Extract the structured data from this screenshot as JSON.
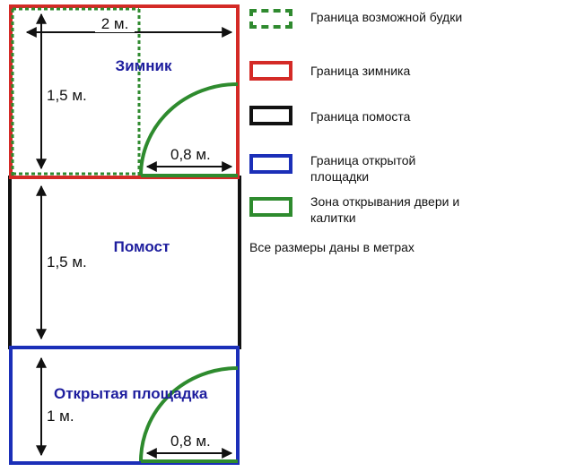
{
  "colors": {
    "winter": "#d42a26",
    "deck": "#111111",
    "open_area": "#1b2fb8",
    "door_zone": "#2e8b2e",
    "booth": "#2f8a2f",
    "title": "#1e1e9e"
  },
  "zones": {
    "winter_title": "Зимник",
    "deck_title": "Помост",
    "open_title": "Открытая площадка"
  },
  "dimensions": {
    "width_top": "2 м.",
    "winter_height": "1,5 м.",
    "winter_door": "0,8 м.",
    "deck_height": "1,5 м.",
    "open_height": "1 м.",
    "open_gate": "0,8 м."
  },
  "legend": {
    "items": [
      {
        "label": "Граница возможной будки",
        "swatch": "dashed-green"
      },
      {
        "label": "Граница зимника",
        "swatch": "red"
      },
      {
        "label": "Граница помоста",
        "swatch": "black"
      },
      {
        "label": "Граница открытой площадки",
        "swatch": "blue"
      },
      {
        "label": "Зона открывания двери и калитки",
        "swatch": "green"
      }
    ],
    "note": "Все размеры даны в метрах"
  }
}
